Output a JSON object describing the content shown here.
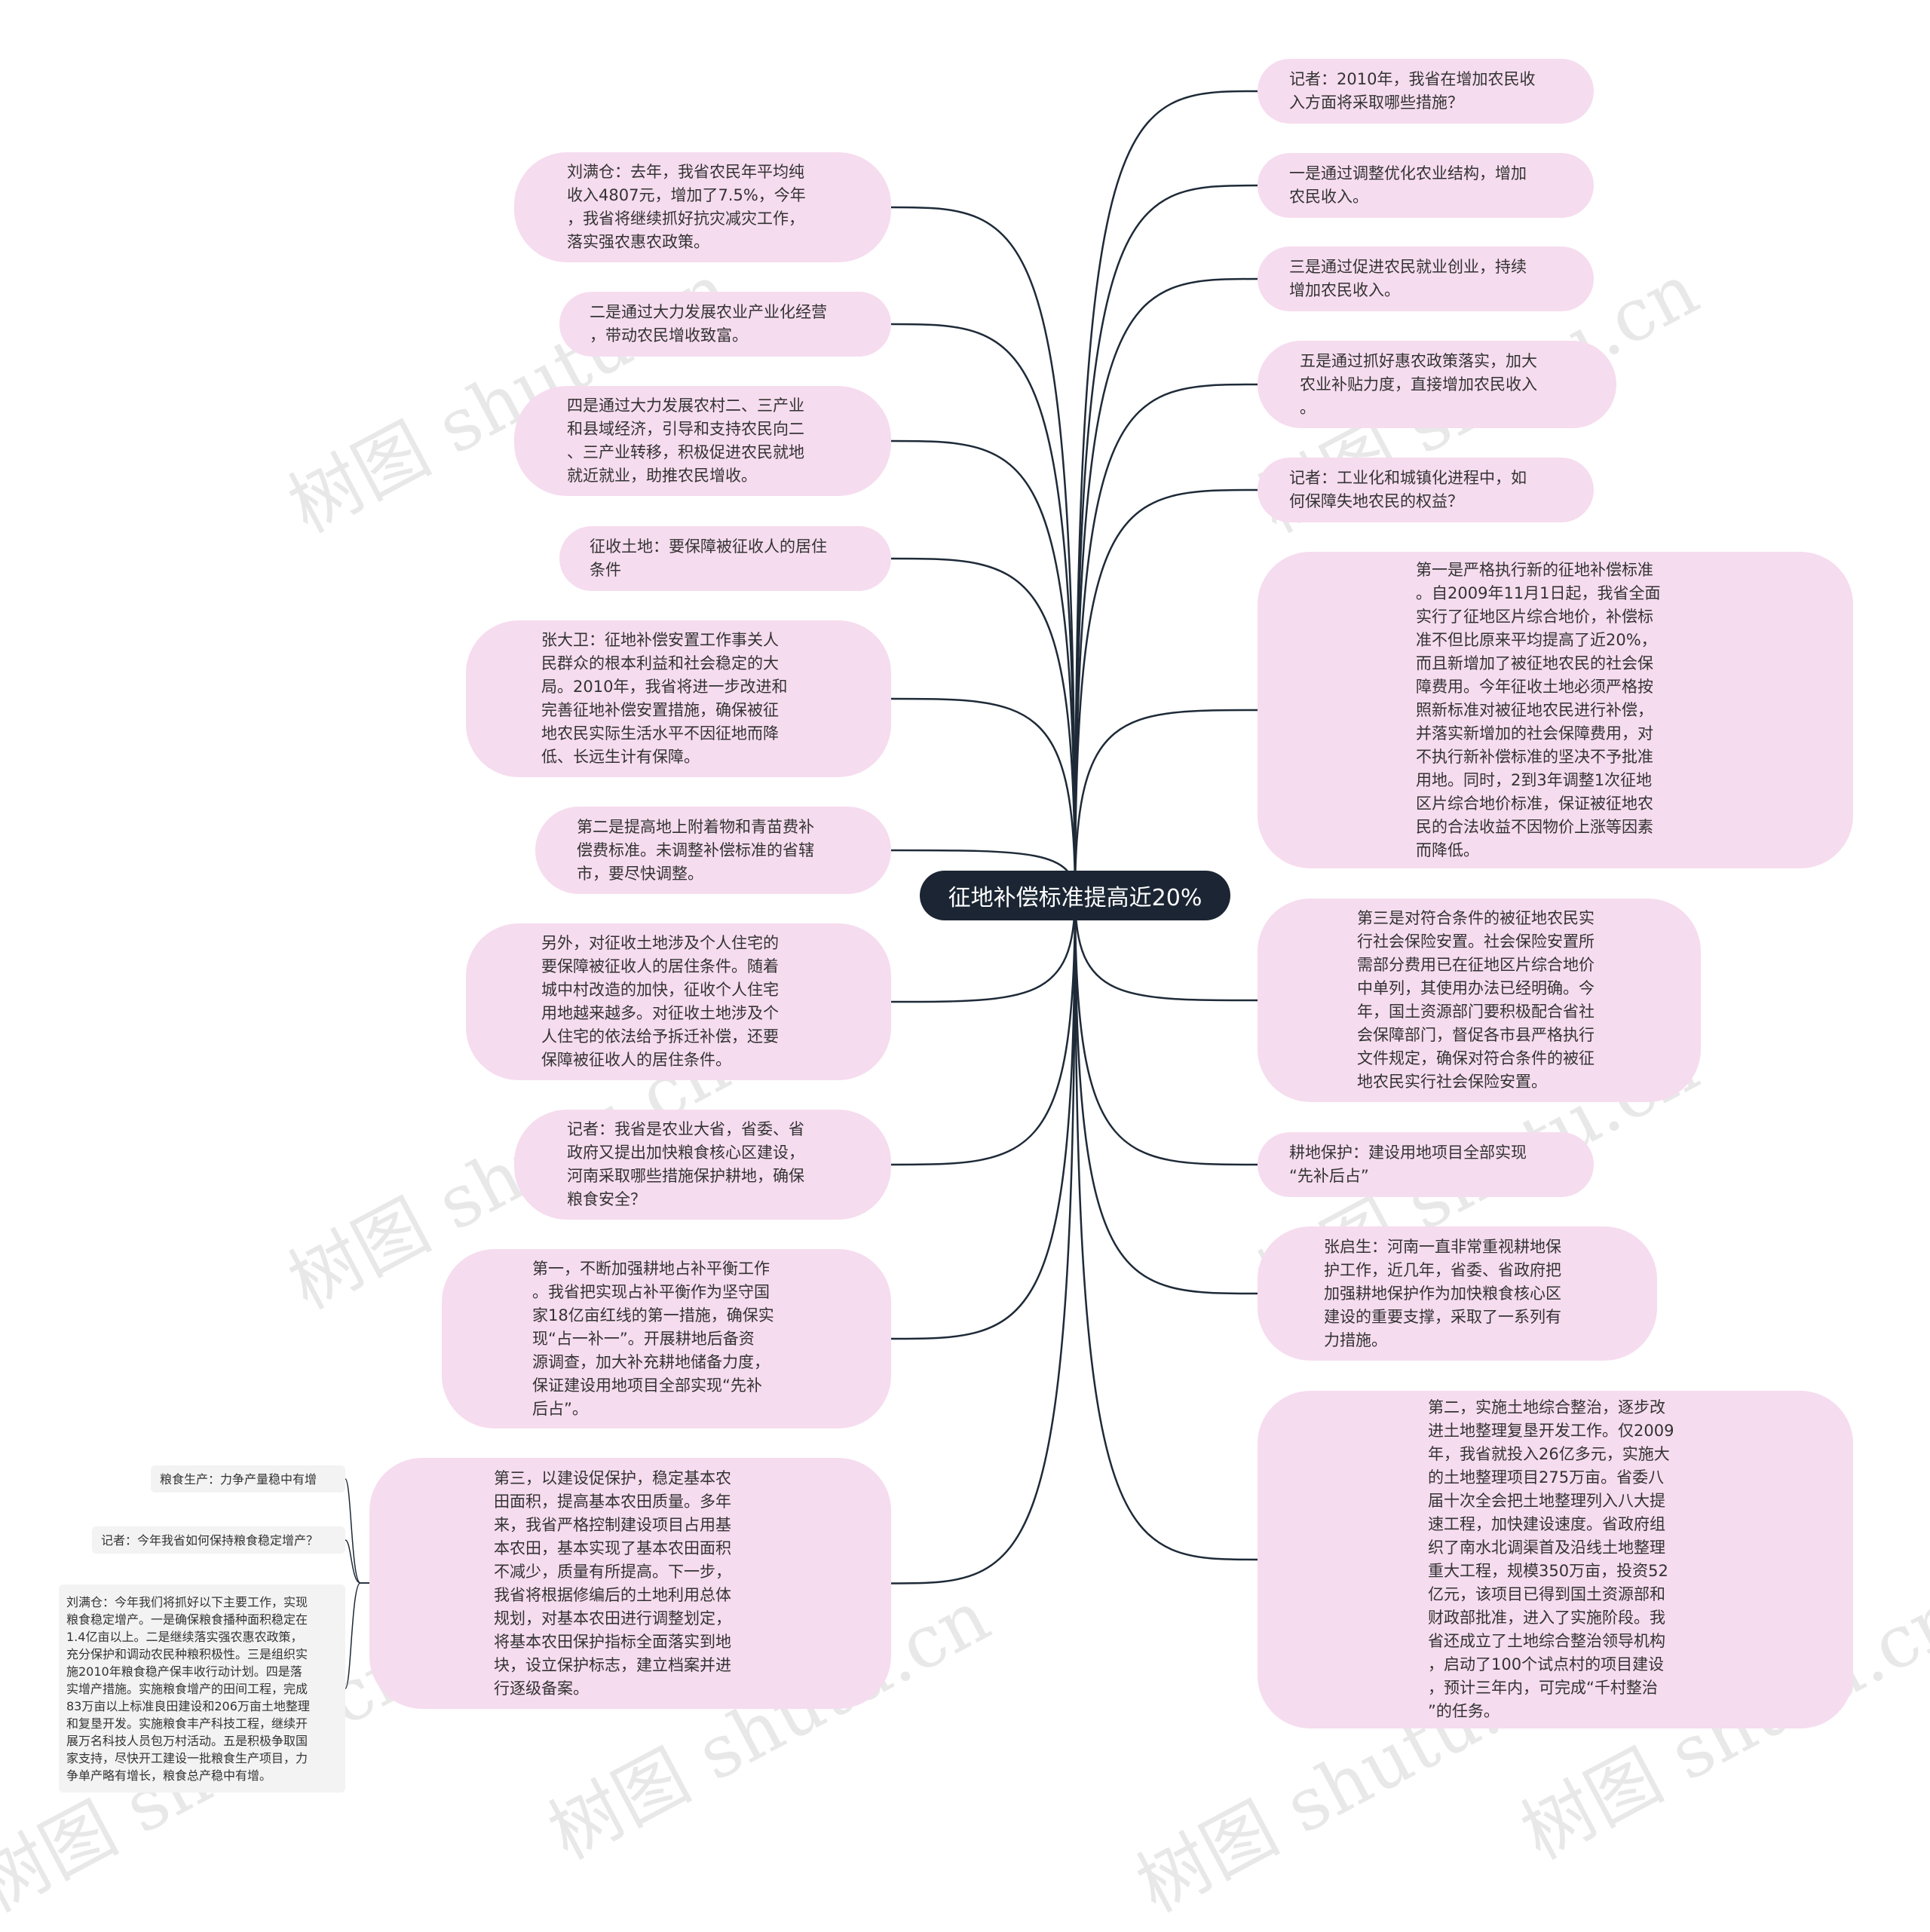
{
  "colors": {
    "node_fill": "#f6dcef",
    "center_fill": "#1b2533",
    "line": "#1e2a38",
    "leaf_fill": "#f3f3f3"
  },
  "center": {
    "label": "征地补偿标准提高近20%"
  },
  "left_nodes": [
    {
      "text": "刘满仓：去年，我省农民年平均纯\n收入4807元，增加了7.5%，今年\n，我省将继续抓好抗灾减灾工作，\n落实强农惠农政策。"
    },
    {
      "text": "二是通过大力发展农业产业化经营\n，带动农民增收致富。"
    },
    {
      "text": "四是通过大力发展农村二、三产业\n和县域经济，引导和支持农民向二\n、三产业转移，积极促进农民就地\n就近就业，助推农民增收。"
    },
    {
      "text": "征收土地：要保障被征收人的居住\n条件"
    },
    {
      "text": "张大卫：征地补偿安置工作事关人\n民群众的根本利益和社会稳定的大\n局。2010年，我省将进一步改进和\n完善征地补偿安置措施，确保被征\n地农民实际生活水平不因征地而降\n低、长远生计有保障。"
    },
    {
      "text": "第二是提高地上附着物和青苗费补\n偿费标准。未调整补偿标准的省辖\n市，要尽快调整。"
    },
    {
      "text": "另外，对征收土地涉及个人住宅的\n要保障被征收人的居住条件。随着\n城中村改造的加快，征收个人住宅\n用地越来越多。对征收土地涉及个\n人住宅的依法给予拆迁补偿，还要\n保障被征收人的居住条件。"
    },
    {
      "text": "记者：我省是农业大省，省委、省\n政府又提出加快粮食核心区建设，\n河南采取哪些措施保护耕地，确保\n粮食安全？"
    },
    {
      "text": "第一，不断加强耕地占补平衡工作\n。我省把实现占补平衡作为坚守国\n家18亿亩红线的第一措施，确保实\n现“占一补一”。开展耕地后备资\n源调查，加大补充耕地储备力度，\n保证建设用地项目全部实现“先补\n后占”。"
    },
    {
      "text": "第三，以建设促保护，稳定基本农\n田面积，提高基本农田质量。多年\n来，我省严格控制建设项目占用基\n本农田，基本实现了基本农田面积\n不减少，质量有所提高。下一步，\n我省将根据修编后的土地利用总体\n规划，对基本农田进行调整划定，\n将基本农田保护指标全面落实到地\n块，设立保护标志，建立档案并进\n行逐级备案。"
    }
  ],
  "right_nodes": [
    {
      "text": "记者：2010年，我省在增加农民收\n入方面将采取哪些措施？"
    },
    {
      "text": "一是通过调整优化农业结构，增加\n农民收入。"
    },
    {
      "text": "三是通过促进农民就业创业，持续\n增加农民收入。"
    },
    {
      "text": "五是通过抓好惠农政策落实，加大\n农业补贴力度，直接增加农民收入\n。"
    },
    {
      "text": "记者：工业化和城镇化进程中，如\n何保障失地农民的权益？"
    },
    {
      "text": "第一是严格执行新的征地补偿标准\n。自2009年11月1日起，我省全面\n实行了征地区片综合地价，补偿标\n准不但比原来平均提高了近20%，\n而且新增加了被征地农民的社会保\n障费用。今年征收土地必须严格按\n照新标准对被征地农民进行补偿，\n并落实新增加的社会保障费用，对\n不执行新补偿标准的坚决不予批准\n用地。同时，2到3年调整1次征地\n区片综合地价标准，保证被征地农\n民的合法收益不因物价上涨等因素\n而降低。"
    },
    {
      "text": "第三是对符合条件的被征地农民实\n行社会保险安置。社会保险安置所\n需部分费用已在征地区片综合地价\n中单列，其使用办法已经明确。今\n年，国土资源部门要积极配合省社\n会保障部门，督促各市县严格执行\n文件规定，确保对符合条件的被征\n地农民实行社会保险安置。"
    },
    {
      "text": "耕地保护：建设用地项目全部实现\n“先补后占”"
    },
    {
      "text": "张启生：河南一直非常重视耕地保\n护工作，近几年，省委、省政府把\n加强耕地保护作为加快粮食核心区\n建设的重要支撑，采取了一系列有\n力措施。"
    },
    {
      "text": "第二，实施土地综合整治，逐步改\n进土地整理复垦开发工作。仅2009\n年，我省就投入26亿多元，实施大\n的土地整理项目275万亩。省委八\n届十次全会把土地整理列入八大提\n速工程，加快建设速度。省政府组\n织了南水北调渠首及沿线土地整理\n重大工程，规模350万亩，投资52\n亿元，该项目已得到国土资源部和\n财政部批准，进入了实施阶段。我\n省还成立了土地综合整治领导机构\n，启动了100个试点村的项目建设\n，预计三年内，可完成“千村整治\n”的任务。"
    }
  ],
  "leaf_nodes": [
    {
      "text": "粮食生产：力争产量稳中有增"
    },
    {
      "text": "记者：今年我省如何保持粮食稳定增产？"
    },
    {
      "text": "刘满仓：今年我们将抓好以下主要工作，实现\n粮食稳定增产。一是确保粮食播种面积稳定在\n1.4亿亩以上。二是继续落实强农惠农政策，\n充分保护和调动农民种粮积极性。三是组织实\n施2010年粮食稳产保丰收行动计划。四是落\n实增产措施。实施粮食增产的田间工程，完成\n83万亩以上标准良田建设和206万亩土地整理\n和复垦开发。实施粮食丰产科技工程，继续开\n展万名科技人员包万村活动。五是积极争取国\n家支持，尽快开工建设一批粮食生产项目，力\n争单产略有增长，粮食总产稳中有增。"
    }
  ],
  "watermarks": [
    "树图 shutu.cn",
    "树图 shutu.cn",
    "树图 shutu.cn",
    "树图 shutu.cn",
    "树图 shutu.cn",
    "树图 shutu.cn",
    "树图 shutu.cn",
    "树图 shutu.cn"
  ]
}
